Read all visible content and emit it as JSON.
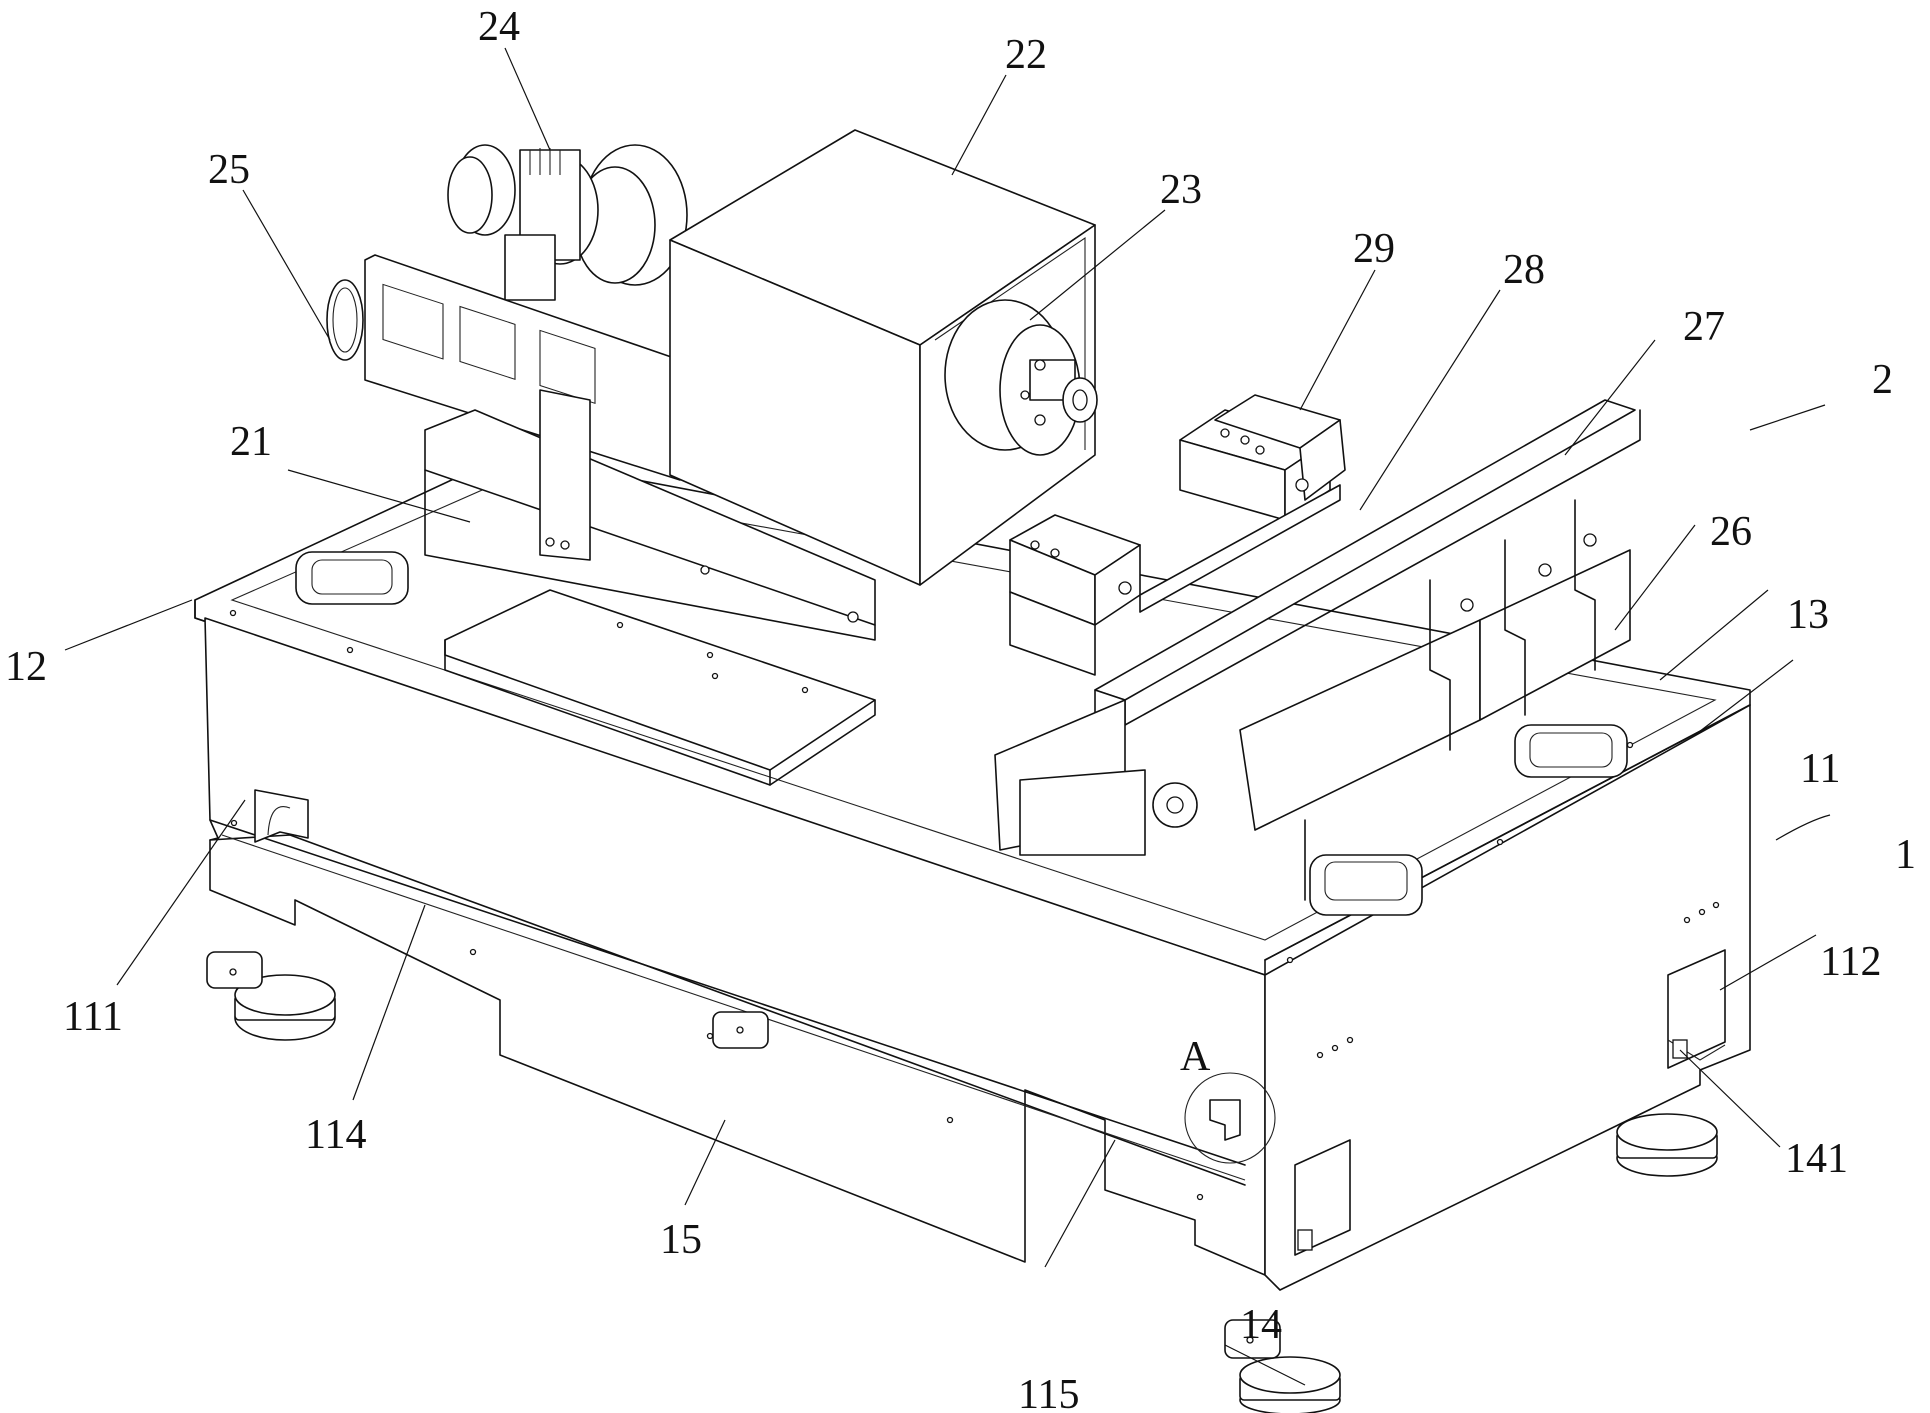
{
  "figure": {
    "type": "patent line drawing",
    "subject": "machine tool with spindle head on base frame",
    "detail_marker": "A",
    "labels": [
      {
        "id": "24",
        "text": "24"
      },
      {
        "id": "22",
        "text": "22"
      },
      {
        "id": "25",
        "text": "25"
      },
      {
        "id": "23",
        "text": "23"
      },
      {
        "id": "29",
        "text": "29"
      },
      {
        "id": "28",
        "text": "28"
      },
      {
        "id": "27",
        "text": "27"
      },
      {
        "id": "2",
        "text": "2"
      },
      {
        "id": "21",
        "text": "21"
      },
      {
        "id": "26",
        "text": "26"
      },
      {
        "id": "13",
        "text": "13"
      },
      {
        "id": "12",
        "text": "12"
      },
      {
        "id": "11",
        "text": "11"
      },
      {
        "id": "1",
        "text": "1"
      },
      {
        "id": "111",
        "text": "111"
      },
      {
        "id": "112",
        "text": "112"
      },
      {
        "id": "114",
        "text": "114"
      },
      {
        "id": "141",
        "text": "141"
      },
      {
        "id": "15",
        "text": "15"
      },
      {
        "id": "115",
        "text": "115"
      },
      {
        "id": "14",
        "text": "14"
      },
      {
        "id": "A",
        "text": "A"
      }
    ]
  }
}
